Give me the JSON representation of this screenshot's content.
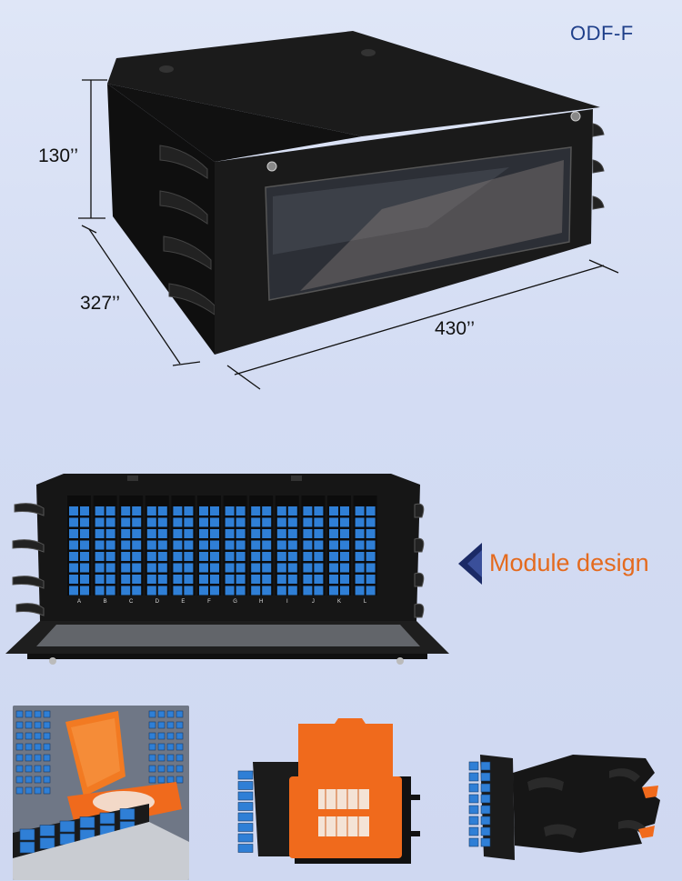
{
  "product": {
    "title": "ODF-F"
  },
  "dimensions": {
    "height": "130’’",
    "depth": "327’’",
    "width": "430’’"
  },
  "feature": {
    "label": "Module design"
  },
  "colors": {
    "accent_orange": "#e46a1e",
    "title_blue": "#1e3f8a",
    "adapter_blue": "#2f7fd6",
    "cabinet_black": "#161616",
    "tray_orange": "#f06a1c"
  },
  "front_panel": {
    "column_letters": [
      "A",
      "B",
      "C",
      "D",
      "E",
      "F",
      "G",
      "H",
      "I",
      "J",
      "K",
      "L"
    ]
  }
}
